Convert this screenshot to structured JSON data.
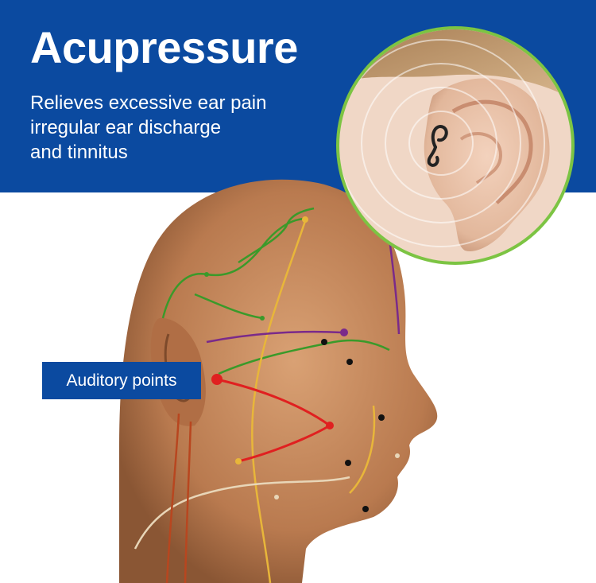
{
  "header": {
    "title": "Acupressure",
    "subtitle_lines": [
      "Relieves excessive ear pain",
      "irregular ear discharge",
      "and tinnitus"
    ]
  },
  "callout": {
    "label": "Auditory points"
  },
  "colors": {
    "banner": "#0b4aa0",
    "ring": "#7cc443",
    "meridian_green": "#3a9a2a",
    "meridian_yellow": "#e8b63a",
    "meridian_red": "#e02020",
    "meridian_purple": "#7a2a8a",
    "skin": "#c98a5c"
  },
  "icons": [
    "ear-closeup-image",
    "ear-clip-icon",
    "head-meridian-illustration"
  ]
}
